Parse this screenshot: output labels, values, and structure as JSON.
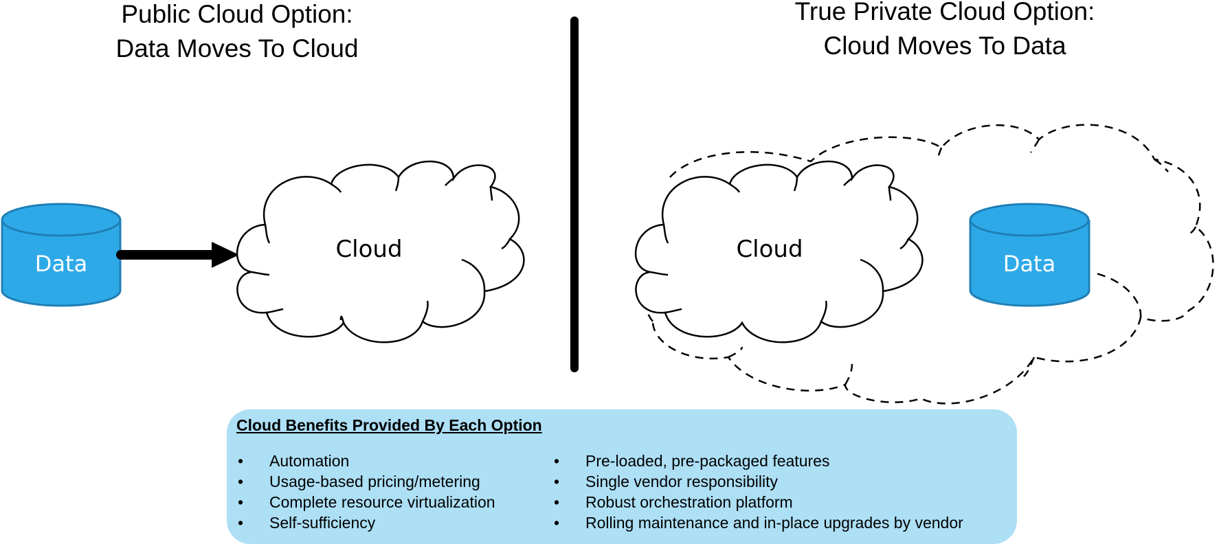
{
  "left_panel": {
    "title_line1": "Public Cloud Option:",
    "title_line2": "Data Moves To Cloud",
    "database_label": "Data",
    "cloud_label": "Cloud",
    "arrow_direction": "data-to-cloud"
  },
  "right_panel": {
    "title_line1": "True Private Cloud Option:",
    "title_line2": "Cloud Moves To Data",
    "database_label": "Data",
    "cloud_label": "Cloud"
  },
  "benefits": {
    "heading": "Cloud Benefits Provided By Each Option",
    "bullet_glyph": "•",
    "left_items": [
      "Automation",
      "Usage-based pricing/metering",
      "Complete resource virtualization",
      "Self-sufficiency"
    ],
    "right_items": [
      "Pre-loaded, pre-packaged features",
      "Single vendor responsibility",
      "Robust orchestration platform",
      "Rolling maintenance and in-place upgrades by vendor"
    ]
  },
  "colors": {
    "database_fill": "#2ea9e8",
    "database_stroke": "#1f7fb5",
    "benefits_background": "#addff5",
    "line": "#000000"
  }
}
